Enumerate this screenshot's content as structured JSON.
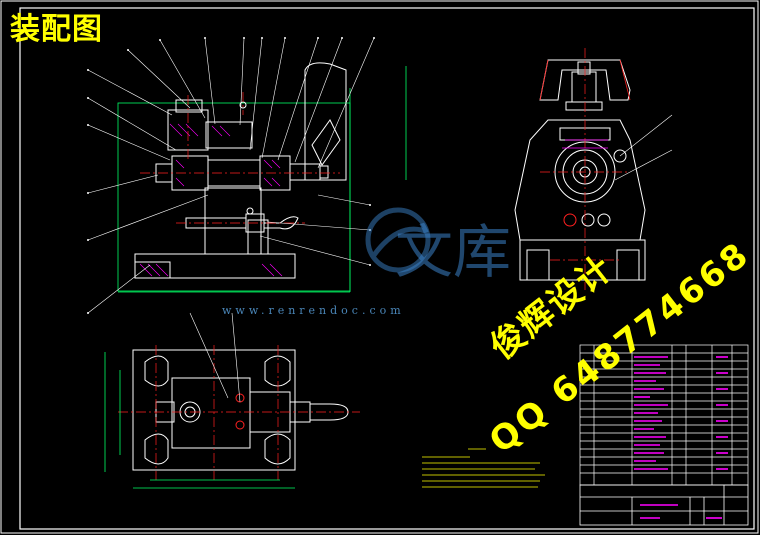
{
  "title": "装配图",
  "watermark": {
    "brand": "俊辉设计",
    "qq": "QQ 648774668",
    "site": "www.renrendoc.com",
    "site_cn": "文库"
  },
  "colors": {
    "background": "#000000",
    "border": "#ffffff",
    "outline": "#ffffff",
    "centerline": "#ff2020",
    "hatch": "#ff00ff",
    "leader": "#ffffff",
    "dimension": "#00ff66",
    "title_text": "#ffff00",
    "watermark_blue": "#3b82c8"
  }
}
